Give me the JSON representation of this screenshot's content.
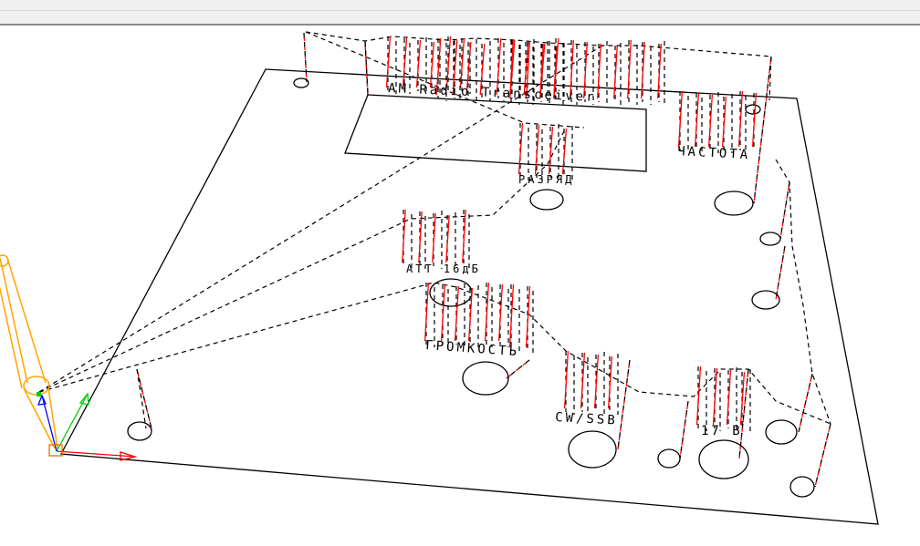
{
  "viewport": {
    "title": ""
  },
  "labels": {
    "title": "AM  Radio  Transceiver",
    "frequency": "ЧАСТОТА",
    "discharge": "РАЗРЯД",
    "attenuator": "ATT  16дБ",
    "volume": "ГРОМКОСТЬ",
    "mode": "CW/SSB",
    "voltage": "17 В"
  },
  "colors": {
    "tool": "#ffa500",
    "cut": "#ff0000",
    "rapid": "#000000",
    "axis_x": "#ff0000",
    "axis_y": "#00cc00",
    "axis_z": "#0000ff"
  }
}
